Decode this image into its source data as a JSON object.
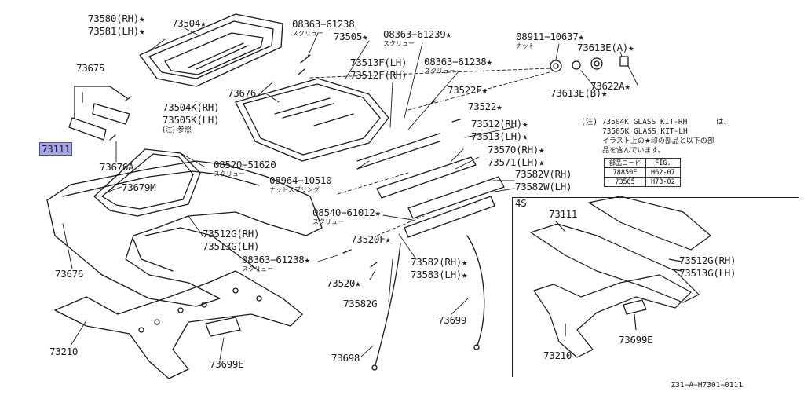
{
  "parts": {
    "p73580": "73580(RH)★",
    "p73581": "73581(LH)★",
    "p73504": "73504★",
    "s08363_61238a": "08363−61238",
    "s08363_61238a_sub": "スクリュー",
    "p73505": "73505★",
    "s08363_61239": "08363−61239★",
    "s08363_61239_sub": "スクリュー",
    "s08911_10637": "08911−10637★",
    "s08911_10637_sub": "ナット",
    "p73613E_A": "73613E(A)★",
    "p73675": "73675",
    "p73513F": "73513F(LH)",
    "p73512F": "73512F(RH)",
    "s08363_61238b": "08363−61238★",
    "s08363_61238b_sub": "スクリュー",
    "p73676_top": "73676",
    "p73622A": "73622A★",
    "p73613E_B": "73613E(B)★",
    "p73522F": "73522F★",
    "p73504K": "73504K(RH)",
    "p73505K": "73505K(LH)",
    "p73504K_note": "(注) 参照",
    "p73522": "73522★",
    "p73512_RH": "73512(RH)★",
    "p73513_LH": "73513(LH)★",
    "p73111": "73111",
    "p73570": "73570(RH)★",
    "p73571": "73571(LH)★",
    "s08520_51620": "08520−51620",
    "s08520_51620_sub": "スクリュー",
    "p73676A": "73676A",
    "p73679M": "73679M",
    "p73582V": "73582V(RH)",
    "p73582W": "73582W(LH)",
    "s08964_10510": "08964−10510",
    "s08964_10510_sub": "ナットスプリング",
    "s08540_61012": "08540−61012★",
    "s08540_61012_sub": "スクリュー",
    "p73512G": "73512G(RH)",
    "p73513G": "73513G(LH)",
    "p73520F": "73520F★",
    "s08363_61238c": "08363−61238★",
    "s08363_61238c_sub": "スクリュー",
    "p73676": "73676",
    "p73582_RH": "73582(RH)★",
    "p73583_LH": "73583(LH)★",
    "p73520": "73520★",
    "p73582G": "73582G",
    "p73699": "73699",
    "p73210": "73210",
    "p73698": "73698",
    "p73699E": "73699E"
  },
  "note": {
    "line1": "(注) 73504K GLASS KIT-RH",
    "line1b": "は、",
    "line2": "73505K GLASS KIT-LH",
    "line3": "イラスト上の★印の部品と以下の部",
    "line4": "品を含んでいます。",
    "table_header": [
      "部品コード",
      "FIG."
    ],
    "table_rows": [
      [
        "78850E",
        "H62-07"
      ],
      [
        "73565",
        "H73-02"
      ]
    ]
  },
  "inset": {
    "title": "4S",
    "p73111": "73111",
    "p73512G": "73512G(RH)",
    "p73513G": "73513G(LH)",
    "p73210": "73210",
    "p73699E": "73699E"
  },
  "diagram_code": "Z31−A−H7301−0111",
  "highlight_color": "#a7a7e8"
}
